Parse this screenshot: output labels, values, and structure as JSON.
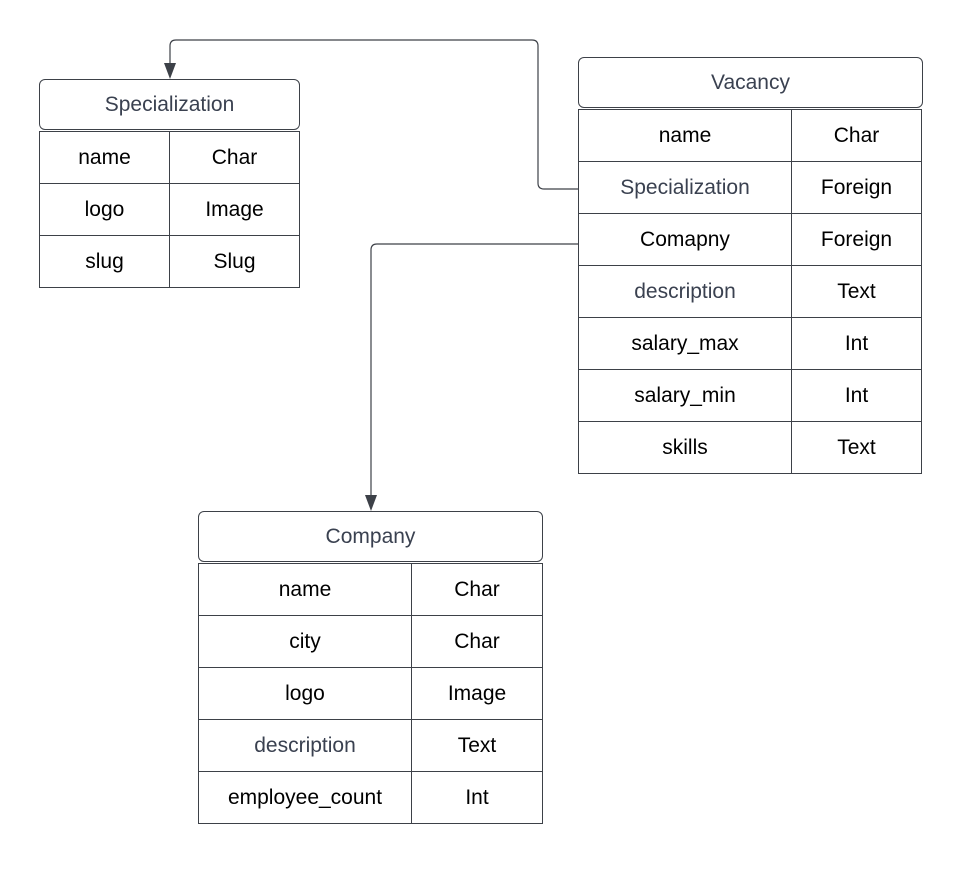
{
  "colors": {
    "line": "#3d4148",
    "header_text": "#3a4150",
    "cell_text": "#000000",
    "background": "#ffffff"
  },
  "entities": {
    "specialization": {
      "title": "Specialization",
      "fields": [
        {
          "name": "name",
          "type": "Char"
        },
        {
          "name": "logo",
          "type": "Image"
        },
        {
          "name": "slug",
          "type": "Slug"
        }
      ]
    },
    "vacancy": {
      "title": "Vacancy",
      "fields": [
        {
          "name": "name",
          "type": "Char"
        },
        {
          "name": "Specialization",
          "type": "Foreign"
        },
        {
          "name": "Comapny",
          "type": "Foreign"
        },
        {
          "name": "description",
          "type": "Text"
        },
        {
          "name": "salary_max",
          "type": "Int"
        },
        {
          "name": "salary_min",
          "type": "Int"
        },
        {
          "name": "skills",
          "type": "Text"
        }
      ]
    },
    "company": {
      "title": "Company",
      "fields": [
        {
          "name": "name",
          "type": "Char"
        },
        {
          "name": "city",
          "type": "Char"
        },
        {
          "name": "logo",
          "type": "Image"
        },
        {
          "name": "description",
          "type": "Text"
        },
        {
          "name": "employee_count",
          "type": "Int"
        }
      ]
    }
  },
  "relationships": [
    {
      "from": "Vacancy.Specialization",
      "to": "Specialization"
    },
    {
      "from": "Vacancy.Comapny",
      "to": "Company"
    }
  ]
}
